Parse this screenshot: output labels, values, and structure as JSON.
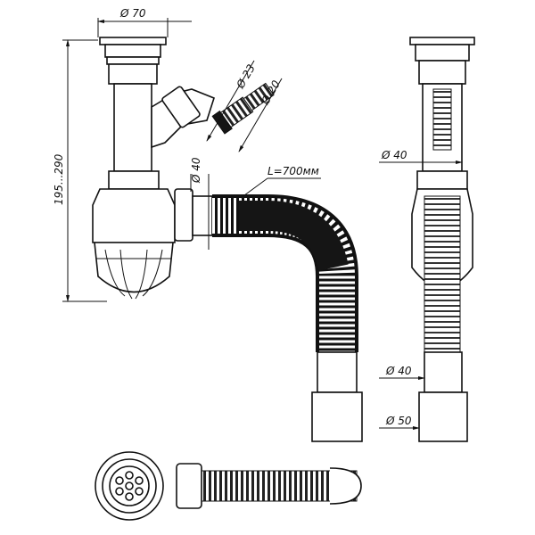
{
  "drawing": {
    "front_view": {
      "top_diameter": "Ø 70",
      "height_range": "195...290",
      "branch_diameter_outer": "Ø 23",
      "branch_diameter_inner": "Ø 20",
      "outlet_diameter": "Ø 40",
      "hose_length": "L=700мм"
    },
    "side_view": {
      "tube_diameter": "Ø 40",
      "outlet_diameter_small": "Ø 40",
      "outlet_diameter_large": "Ø 50"
    }
  }
}
